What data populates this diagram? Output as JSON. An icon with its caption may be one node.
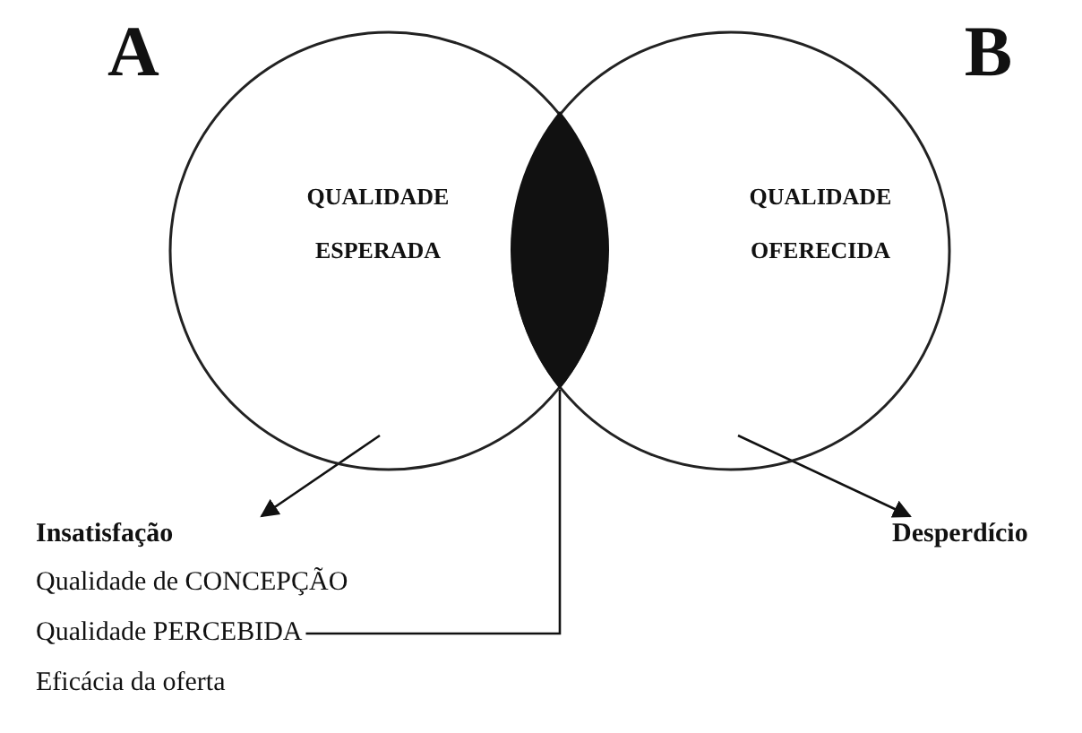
{
  "diagram": {
    "nodes": [
      {
        "text": [
          "A",
          "QUALIDADE ESPERADA"
        ]
      },
      {
        "text": [
          "B",
          "QUALIDADE OFERECIDA"
        ]
      },
      {
        "text": [],
        "shape": "lens"
      },
      {
        "text": [
          "Insatisfação"
        ]
      },
      {
        "text": [
          "Desperdício"
        ]
      },
      {
        "text": [
          "Qualidade PERCEBIDA"
        ]
      }
    ],
    "edges": [
      {
        "from": 0,
        "to": 3,
        "arrow": "to"
      },
      {
        "from": 1,
        "to": 4,
        "arrow": "to"
      },
      {
        "from": 5,
        "to": 2,
        "arrow": "none"
      }
    ],
    "labels": [
      "Qualidade de CONCEPÇÃO",
      "Eficácia da oferta"
    ]
  }
}
